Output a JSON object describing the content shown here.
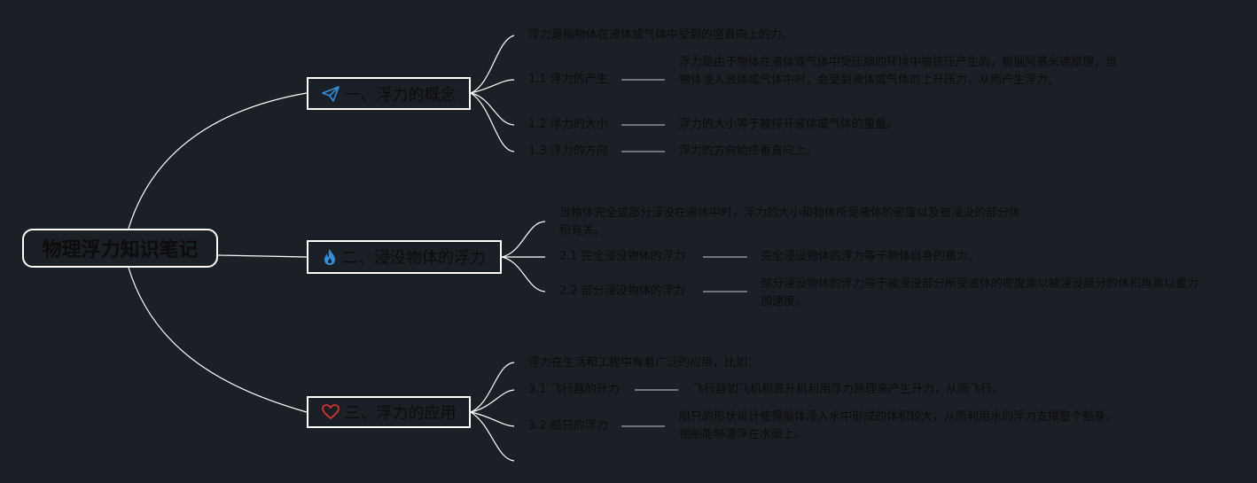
{
  "root": {
    "title": "物理浮力知识笔记"
  },
  "colors": {
    "background": "#1b1f26",
    "line": "#ffffff",
    "text": "#0c0c0c",
    "icon_blue": "#2f8fdc",
    "icon_red": "#d6322a"
  },
  "topics": [
    {
      "title": "一、浮力的概念",
      "icon": "paper-plane-icon",
      "intro": "浮力是指物体在液体或气体中受到的竖直向上的力。",
      "items": [
        {
          "label": "1.1 浮力的产生",
          "desc": "浮力是由于物体在液体或气体中受压缩的环境中被挤压产生的，根据阿基米德原理，当物体浸入液体或气体中时，会受到液体或气体的上升压力，从而产生浮力。"
        },
        {
          "label": "1.2 浮力的大小",
          "desc": "浮力的大小等于被排开液体或气体的重量。"
        },
        {
          "label": "1.3 浮力的方向",
          "desc": "浮力的方向始终垂直向上。"
        }
      ]
    },
    {
      "title": "二、浸没物体的浮力",
      "icon": "flame-icon",
      "intro": "当物体完全或部分浸没在液体中时，浮力的大小和物体所受液体的密度以及被浸没的部分体积有关。",
      "items": [
        {
          "label": "2.1 完全浸没物体的浮力",
          "desc": "完全浸没物体的浮力等于物体自身的重力。"
        },
        {
          "label": "2.2 部分浸没物体的浮力",
          "desc": "部分浸没物体的浮力等于被浸没部分所受液体的密度乘以被浸没部分的体积再乘以重力加速度。"
        }
      ]
    },
    {
      "title": "三、浮力的应用",
      "icon": "heart-icon",
      "intro": "浮力在生活和工程中有着广泛的应用，比如：",
      "items": [
        {
          "label": "3.1 飞行器的升力",
          "desc": "飞行器如飞机和直升机利用浮力原理来产生升力，从而飞行。"
        },
        {
          "label": "3.2 船只的浮力",
          "desc": "船只的形状设计使得船体浸入水中形成的体积较大，从而利用水的浮力支撑整个船身，使船能够漂浮在水面上。"
        }
      ]
    }
  ]
}
